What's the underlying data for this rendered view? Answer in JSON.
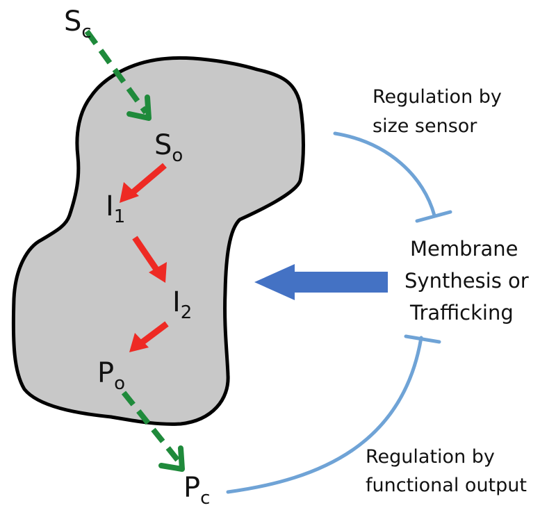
{
  "colors": {
    "compartment_fill": "#c8c8c8",
    "compartment_stroke": "#000000",
    "cargo_arrow": "#1f8a3b",
    "processing_arrow": "#ee2a24",
    "regulation_line": "#6fa3d6",
    "input_arrow": "#4472c4"
  },
  "nodes": {
    "sc": {
      "main": "S",
      "sub": "c"
    },
    "so": {
      "main": "S",
      "sub": "o"
    },
    "i1": {
      "main": "I",
      "sub": "1"
    },
    "i2": {
      "main": "I",
      "sub": "2"
    },
    "po": {
      "main": "P",
      "sub": "o"
    },
    "pc": {
      "main": "P",
      "sub": "c"
    }
  },
  "regulation_size": {
    "line1": "Regulation by",
    "line2": "size sensor"
  },
  "regulation_output": {
    "line1": "Regulation by",
    "line2": "functional output"
  },
  "membrane": {
    "line1": "Membrane",
    "line2": "Synthesis or",
    "line3": "Trafficking"
  }
}
